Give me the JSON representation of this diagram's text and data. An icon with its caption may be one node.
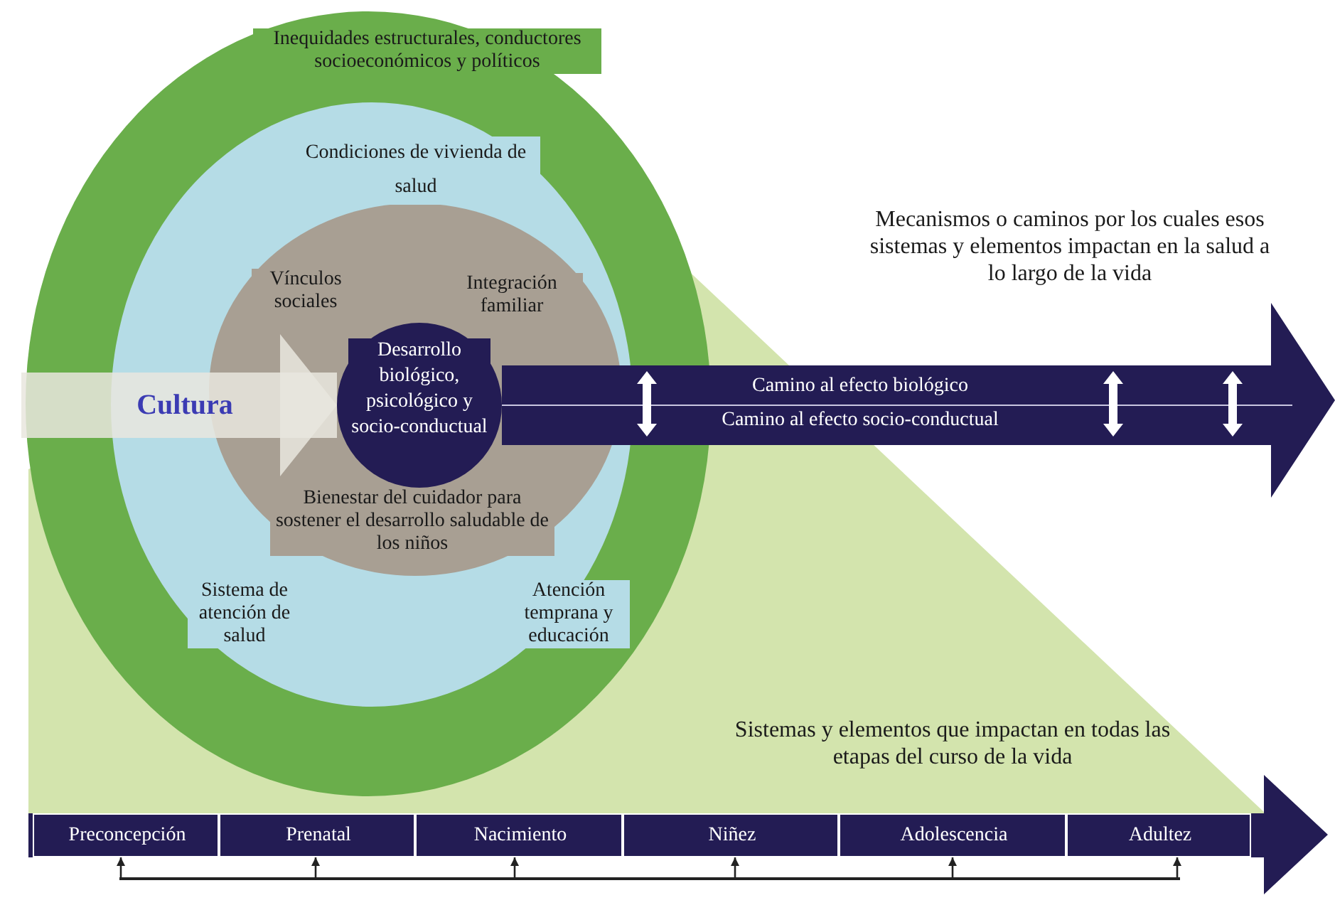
{
  "diagram": {
    "nodes": [
      {
        "text": [
          "Inequidades estructurales, conductores socioeconómicos y políticos"
        ]
      },
      {
        "text": [
          "Condiciones de vivienda de salud",
          "Sistema de atención de salud",
          "Atención temprana y educación"
        ],
        "in": 0
      },
      {
        "text": [
          "Vínculos sociales",
          "Integración familiar",
          "Bienestar del cuidador para sostener el desarrollo saludable de los niños"
        ],
        "in": 1
      },
      {
        "text": [
          "Desarrollo biológico, psicológico y socio-conductual"
        ],
        "in": 2
      },
      {
        "text": [
          "Camino al efecto biológico",
          "Camino al efecto socio-conductual"
        ],
        "beside": [
          "Mecanismos o caminos por los cuales esos sistemas y elementos impactan en la salud a lo largo de la vida"
        ]
      },
      {
        "text": [],
        "shape": "arrow"
      },
      {
        "text": [
          "Preconcepción"
        ],
        "in": 5
      },
      {
        "text": [
          "Prenatal"
        ],
        "in": 5
      },
      {
        "text": [
          "Nacimiento"
        ],
        "in": 5
      },
      {
        "text": [
          "Niñez"
        ],
        "in": 5
      },
      {
        "text": [
          "Adolescencia"
        ],
        "in": 5
      },
      {
        "text": [
          "Adultez"
        ],
        "in": 5
      },
      {
        "text": [],
        "shape": "bar"
      }
    ],
    "edges": [
      {
        "from": null,
        "to": 3,
        "arrow": "to",
        "label": "Cultura",
        "style": "thick",
        "color": "#e9e6de"
      },
      {
        "from": 12,
        "to": 6,
        "arrow": "to"
      },
      {
        "from": 12,
        "to": 7,
        "arrow": "to"
      },
      {
        "from": 12,
        "to": 8,
        "arrow": "to"
      },
      {
        "from": 12,
        "to": 9,
        "arrow": "to"
      },
      {
        "from": 12,
        "to": 10,
        "arrow": "to"
      },
      {
        "from": 12,
        "to": 11,
        "arrow": "to"
      }
    ],
    "labels": [
      "Sistemas y elementos que impactan en todas las etapas del curso de la vida"
    ]
  }
}
